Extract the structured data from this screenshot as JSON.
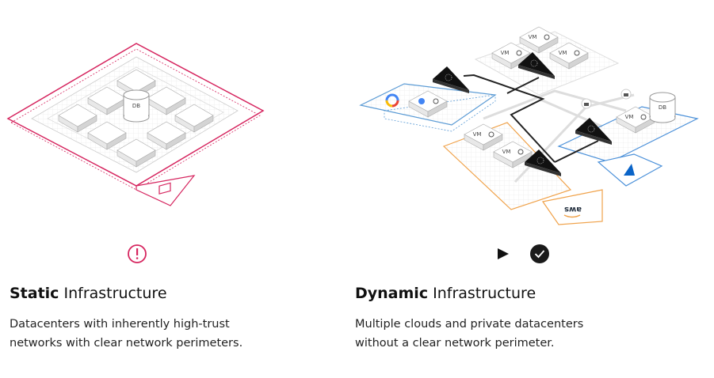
{
  "colors": {
    "static_accent": "#d6255f",
    "dynamic_accent": "#111111",
    "gcp_blue": "#5b9bd5",
    "aws_orange": "#f0a24a",
    "azure_blue": "#4a90d9"
  },
  "static": {
    "title_bold": "Static",
    "title_rest": " Infrastructure",
    "description_line1": "Datacenters with inherently high-trust",
    "description_line2": "networks with clear network perimeters.",
    "icon": "warning-exclamation-icon",
    "db_label": "DB"
  },
  "dynamic": {
    "title_bold": "Dynamic",
    "title_rest": " Infrastructure",
    "description_line1": "Multiple clouds and private datacenters",
    "description_line2": "without a clear network perimeter.",
    "icon": "checkmark-icon",
    "vm_label": "VM",
    "db_label": "DB",
    "aws_label": "aws"
  }
}
